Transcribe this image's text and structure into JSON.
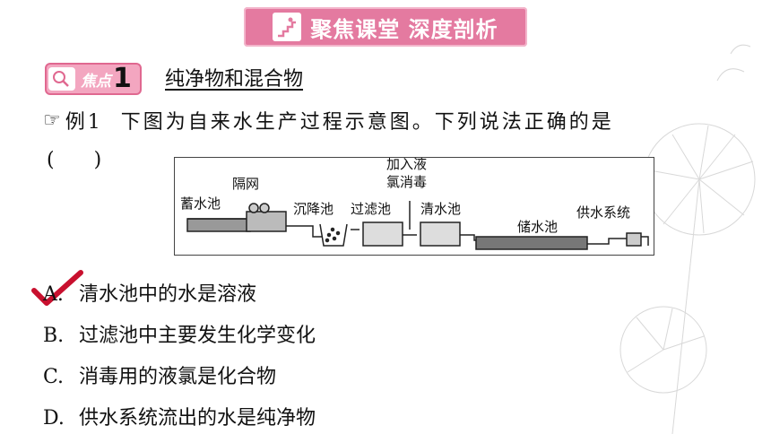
{
  "banner": {
    "title": "聚焦课堂 深度剖析"
  },
  "focus": {
    "label": "焦点",
    "number": "1",
    "topic": "纯净物和混合物"
  },
  "question": {
    "example": "例1",
    "text": "下图为自来水生产过程示意图。下列说法正确的是",
    "paren": "(　　)"
  },
  "diagram": {
    "labels": {
      "reservoir": "蓄水池",
      "screen": "隔网",
      "sedimentation": "沉降池",
      "filter": "过滤池",
      "chlorine_line1": "加入液",
      "chlorine_line2": "氯消毒",
      "clear": "清水池",
      "storage": "储水池",
      "supply": "供水系统"
    }
  },
  "options": [
    {
      "letter": "A.",
      "text": "清水池中的水是溶液"
    },
    {
      "letter": "B.",
      "text": "过滤池中主要发生化学变化"
    },
    {
      "letter": "C.",
      "text": "消毒用的液氯是化合物"
    },
    {
      "letter": "D.",
      "text": "供水系统流出的水是纯净物"
    }
  ],
  "colors": {
    "accent": "#e47aa0",
    "check": "#c8102e"
  }
}
